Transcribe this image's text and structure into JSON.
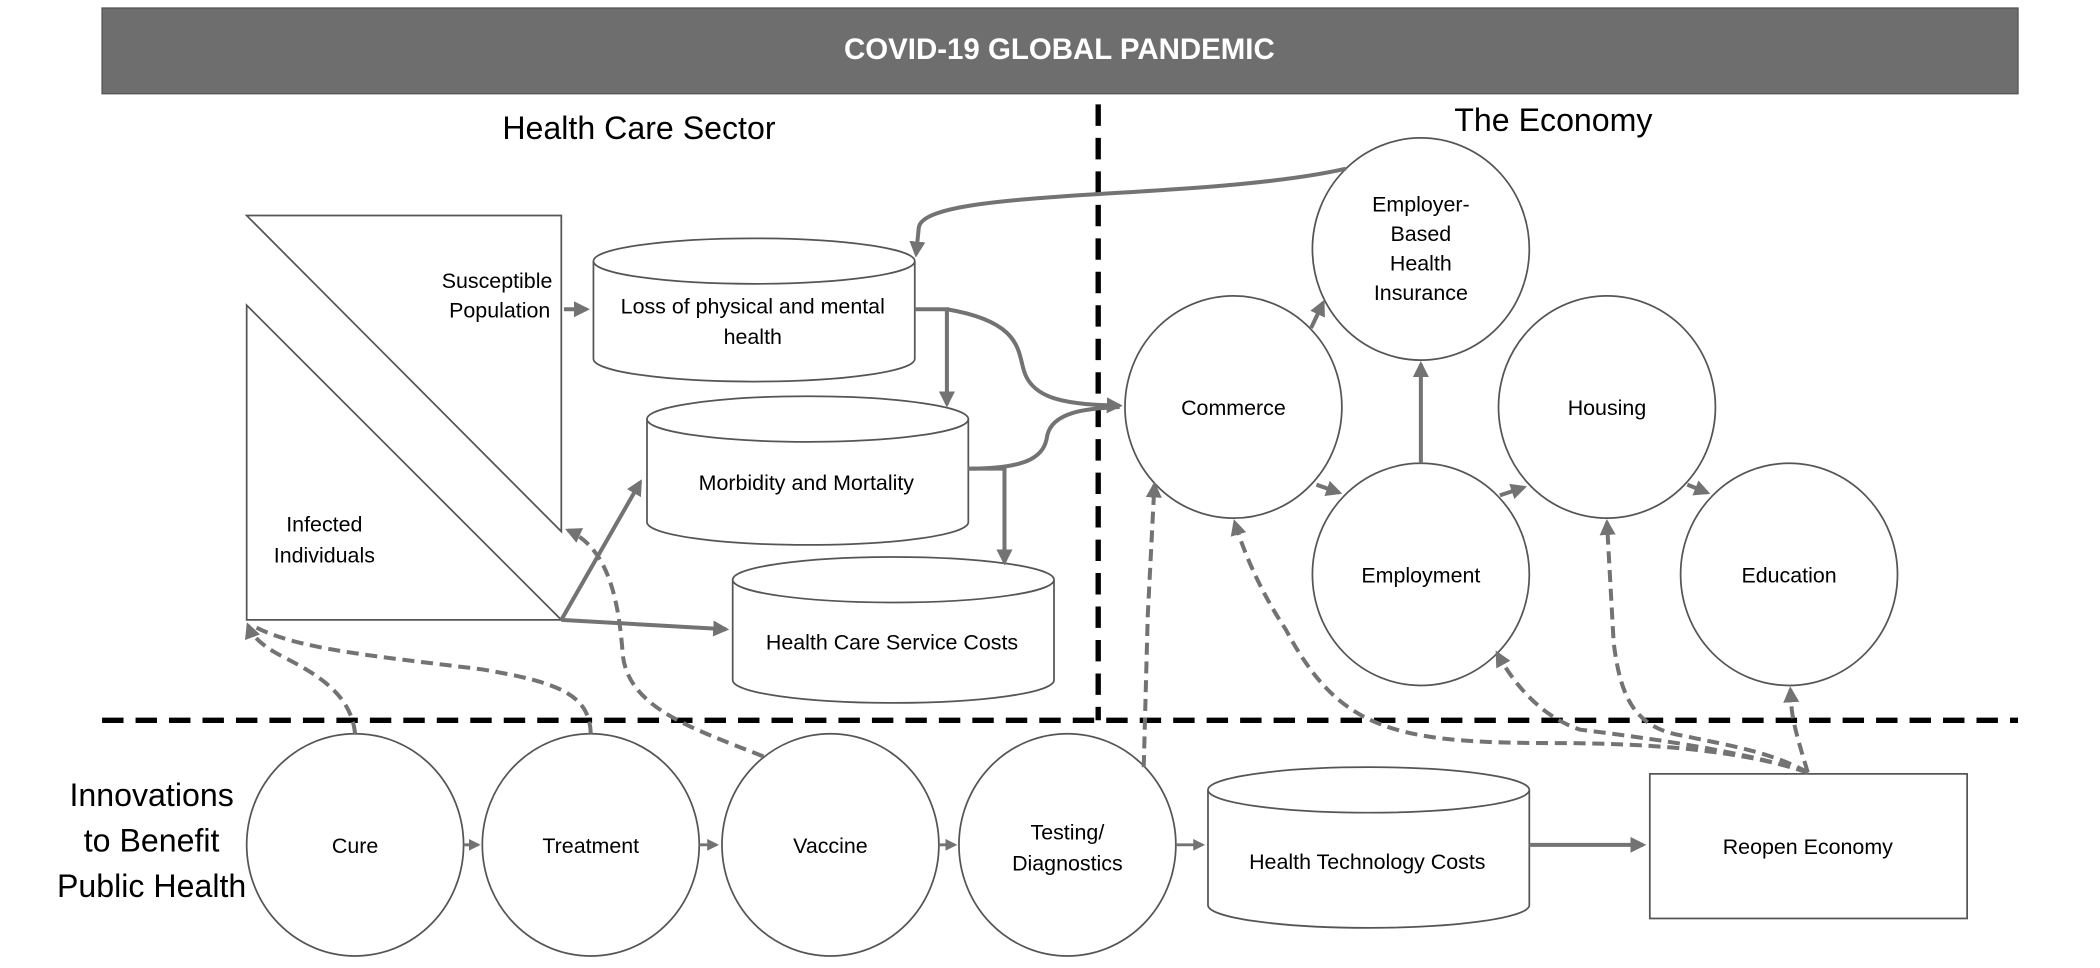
{
  "banner": {
    "title": "COVID-19 GLOBAL PANDEMIC",
    "color": "#6e6e6e"
  },
  "sections": {
    "health_care": "Health Care Sector",
    "economy": "The Economy",
    "innovations": [
      "Innovations",
      "to Benefit",
      "Public Health"
    ]
  },
  "health": {
    "susceptible": [
      "Susceptible",
      "Population"
    ],
    "infected": [
      "Infected",
      "Individuals"
    ],
    "loss": [
      "Loss of physical and mental",
      "health"
    ],
    "morbidity": "Morbidity and Mortality",
    "service_costs": "Health Care Service Costs"
  },
  "economy": {
    "employer_insurance": [
      "Employer-",
      "Based",
      "Health",
      "Insurance"
    ],
    "commerce": "Commerce",
    "housing": "Housing",
    "employment": "Employment",
    "education": "Education"
  },
  "innovations": {
    "cure": "Cure",
    "treatment": "Treatment",
    "vaccine": "Vaccine",
    "testing": [
      "Testing/",
      "Diagnostics"
    ],
    "tech_costs": "Health Technology Costs",
    "reopen": "Reopen Economy"
  },
  "colors": {
    "arrow": "#737373",
    "divider": "#000000",
    "outline": "#555555"
  }
}
